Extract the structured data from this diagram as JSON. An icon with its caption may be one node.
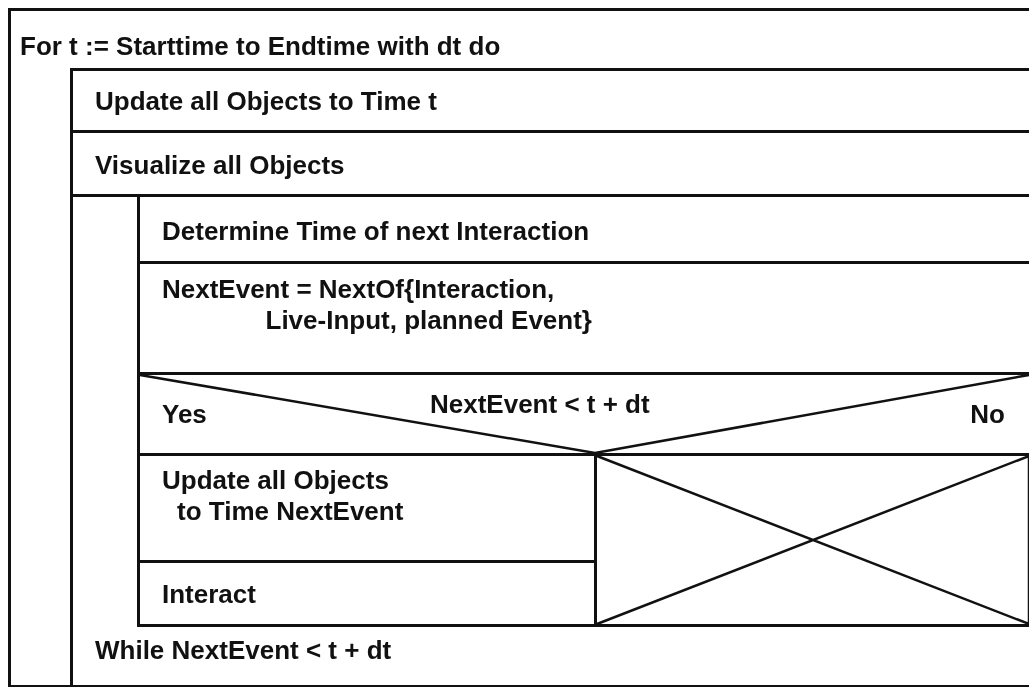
{
  "diagram": {
    "nodes": [
      {
        "text": [
          "For t := Starttime to Endtime with dt do"
        ]
      },
      {
        "text": [
          "Update all Objects to Time t"
        ],
        "in": 0
      },
      {
        "text": [
          "Visualize all Objects"
        ],
        "in": 0
      },
      {
        "text": [
          "While NextEvent < t + dt"
        ],
        "in": 0
      },
      {
        "text": [
          "Determine Time of next Interaction"
        ],
        "in": 3
      },
      {
        "text": [
          "NextEvent = NextOf{Interaction, Live-Input, planned Event}"
        ],
        "in": 3
      },
      {
        "text": [
          "Yes",
          "NextEvent < t + dt",
          "No"
        ],
        "in": 3
      },
      {
        "text": [
          "Update all Objects to Time NextEvent"
        ],
        "in": 3
      },
      {
        "text": [
          "Interact"
        ],
        "in": 3
      },
      {
        "text": [],
        "shape": "box",
        "in": 3
      }
    ],
    "edges": []
  }
}
